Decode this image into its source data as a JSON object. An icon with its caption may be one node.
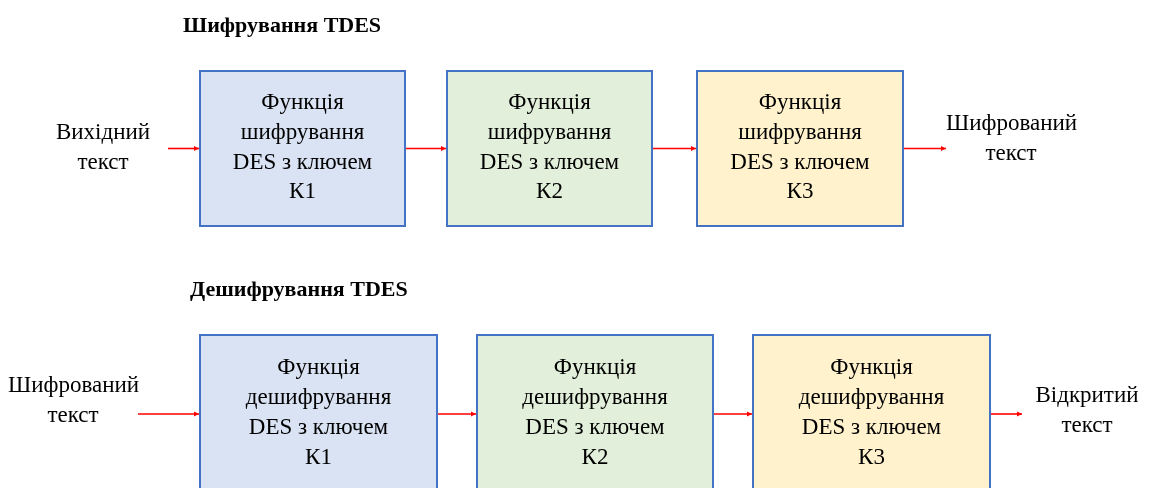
{
  "diagram": {
    "nodes": [
      {
        "text": [
          "Вихідний текст"
        ]
      },
      {
        "text": [
          "Функція шифрування DES з ключем К1"
        ]
      },
      {
        "text": [
          "Функція шифрування DES з ключем К2"
        ]
      },
      {
        "text": [
          "Функція шифрування DES з ключем К3"
        ]
      },
      {
        "text": [
          "Шифрований текст"
        ]
      },
      {
        "text": [
          "Шифрований текст"
        ]
      },
      {
        "text": [
          "Функція дешифрування DES з ключем К1"
        ]
      },
      {
        "text": [
          "Функція дешифрування DES з ключем К2"
        ]
      },
      {
        "text": [
          "Функція дешифрування DES з ключем К3"
        ]
      },
      {
        "text": [
          "Відкритий текст"
        ]
      }
    ],
    "edges": [
      {
        "from": 0,
        "to": 1,
        "arrow": "to"
      },
      {
        "from": 1,
        "to": 2,
        "arrow": "to"
      },
      {
        "from": 2,
        "to": 3,
        "arrow": "to"
      },
      {
        "from": 3,
        "to": 4,
        "arrow": "to"
      },
      {
        "from": 5,
        "to": 6,
        "arrow": "to"
      },
      {
        "from": 6,
        "to": 7,
        "arrow": "to"
      },
      {
        "from": 7,
        "to": 8,
        "arrow": "to"
      },
      {
        "from": 8,
        "to": 9,
        "arrow": "to"
      }
    ],
    "labels": [
      "Шифрування TDES",
      "Дешифрування TDES"
    ]
  }
}
